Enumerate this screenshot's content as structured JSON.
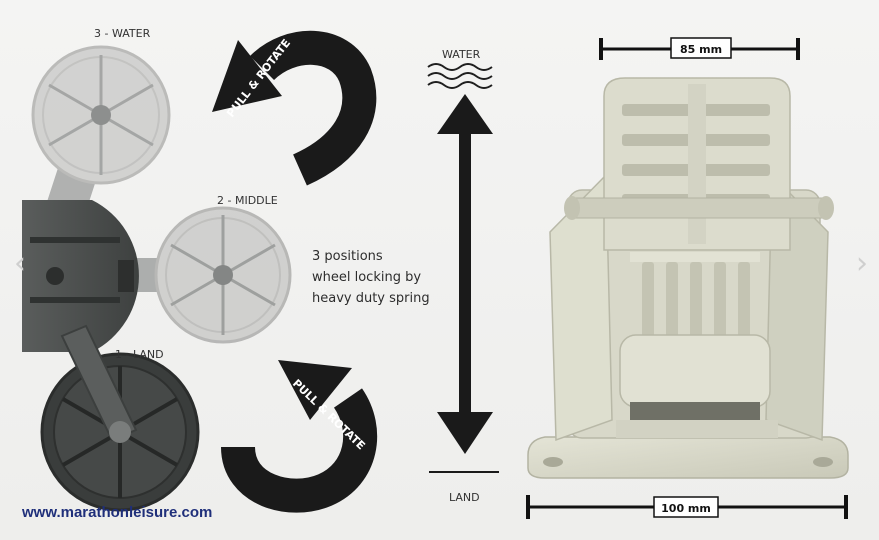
{
  "labels": {
    "pos_water": "3 - WATER",
    "pos_middle": "2 - MIDDLE",
    "pos_land": "1 - LAND",
    "arrow_top": "PULL & ROTATE",
    "arrow_bottom": "PULL & ROTATE",
    "axis_top": "WATER",
    "axis_bottom": "LAND",
    "dim_top": "85 mm",
    "dim_bottom": "100 mm"
  },
  "note": {
    "line1": "3 positions",
    "line2": "wheel locking by",
    "line3": "heavy duty spring"
  },
  "website": "www.marathonleisure.com",
  "icons": {
    "prev": "chevron-left-icon",
    "next": "chevron-right-icon"
  },
  "colors": {
    "background": "#f1f1f0",
    "arrow": "#1a1a1a",
    "bracket": "#d8d8c9",
    "wheel_land": "#3a3d3c",
    "wheel_ghost": "#bcbcba",
    "website": "#1f2f7a"
  }
}
